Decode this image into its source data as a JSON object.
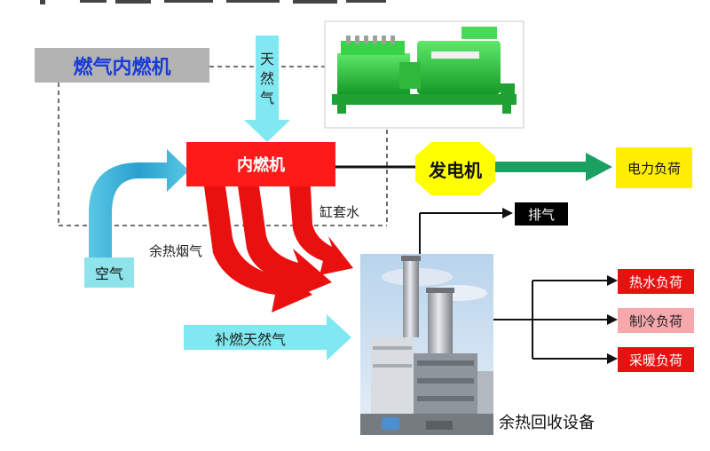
{
  "gas_engine_title": "燃气内燃机",
  "natural_gas_vertical": [
    "天",
    "然",
    "气"
  ],
  "engine_label": "内燃机",
  "generator_label": "发电机",
  "power_load_label": "电力负荷",
  "jacket_water_label": "缸套水",
  "exhaust_label": "排气",
  "waste_heat_flue_label": "余热烟气",
  "air_label": "空气",
  "supplementary_gas_label": "补燃天然气",
  "hot_water_load_label": "热水负荷",
  "cooling_load_label": "制冷负荷",
  "heating_load_label": "采暖负荷",
  "recovery_equipment_label": "余热回收设备",
  "colors": {
    "engine_red": "#ff1a1a",
    "arrow_red": "#e8110f",
    "cyan": "#7fe8f0",
    "generator_yellow": "#ffff00",
    "power_box_yellow": "#ffee00",
    "green_arrow": "#1aa060",
    "title_blue": "#1a3bd6",
    "title_bg": "#b3b3b3",
    "cooling_pink": "#f6a8ad",
    "air_box": "#8fe3ea",
    "machine_green": "#2fcf3f"
  }
}
